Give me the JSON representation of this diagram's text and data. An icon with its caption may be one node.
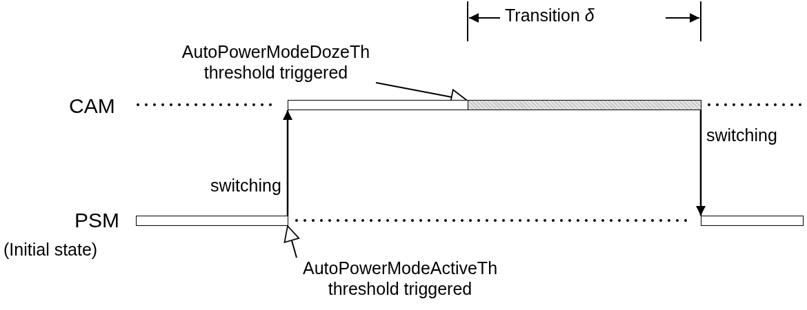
{
  "diagram": {
    "nodes": [
      {
        "text": [],
        "shape": "bar"
      },
      {
        "text": [],
        "shape": "bar"
      },
      {
        "text": [],
        "shape": "bar"
      },
      {
        "text": [],
        "shape": "bar"
      },
      {
        "text": [
          "AutoPowerModeDozeTh threshold triggered"
        ]
      },
      {
        "text": [
          "AutoPowerModeActiveTh threshold triggered"
        ]
      }
    ],
    "edges": [
      {
        "from": 0,
        "to": 1,
        "arrow": "to",
        "label": "switching"
      },
      {
        "from": 2,
        "to": 3,
        "arrow": "to",
        "label": "switching"
      },
      {
        "from": 4,
        "to": 1,
        "arrow": "to"
      },
      {
        "from": 5,
        "to": 0,
        "arrow": "to"
      }
    ],
    "labels": [
      "Transition *δ*",
      "CAM",
      "PSM",
      "(Initial state)"
    ]
  }
}
